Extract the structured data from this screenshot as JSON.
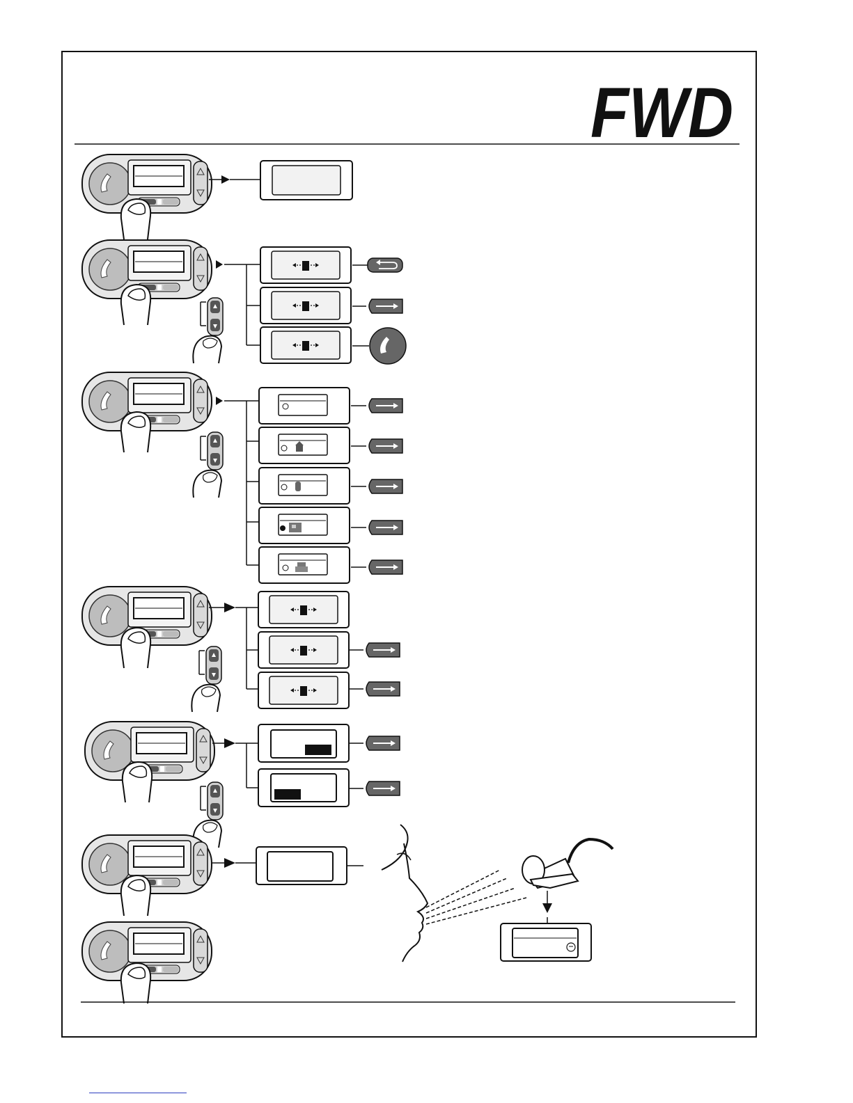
{
  "logo": {
    "text": "FWD"
  },
  "colors": {
    "line": "#111111",
    "device_face": "#bdbdbd",
    "device_body": "#e3e3e3",
    "button_dark": "#666666",
    "screen_fill": "#f2f2f2",
    "link": "#2b3dbf"
  },
  "steps": [
    {
      "id": 1,
      "kind": "single-screen"
    },
    {
      "id": 2,
      "kind": "menu",
      "options": 3,
      "actions": [
        "back-arrow-icon",
        "forward-arrow-icon",
        "phone-call-icon"
      ]
    },
    {
      "id": 3,
      "kind": "profile-list",
      "options": 5,
      "icons": [
        "none",
        "house-icon",
        "phone-handset-icon",
        "car-icon",
        "printer-icon"
      ],
      "selected_index": 3
    },
    {
      "id": 4,
      "kind": "menu",
      "options": 3
    },
    {
      "id": 5,
      "kind": "level-select",
      "options": 2
    },
    {
      "id": 6,
      "kind": "voice-command",
      "icons": [
        "face-profile-icon",
        "microphone-icon",
        "speech-bubble-icon"
      ]
    }
  ]
}
